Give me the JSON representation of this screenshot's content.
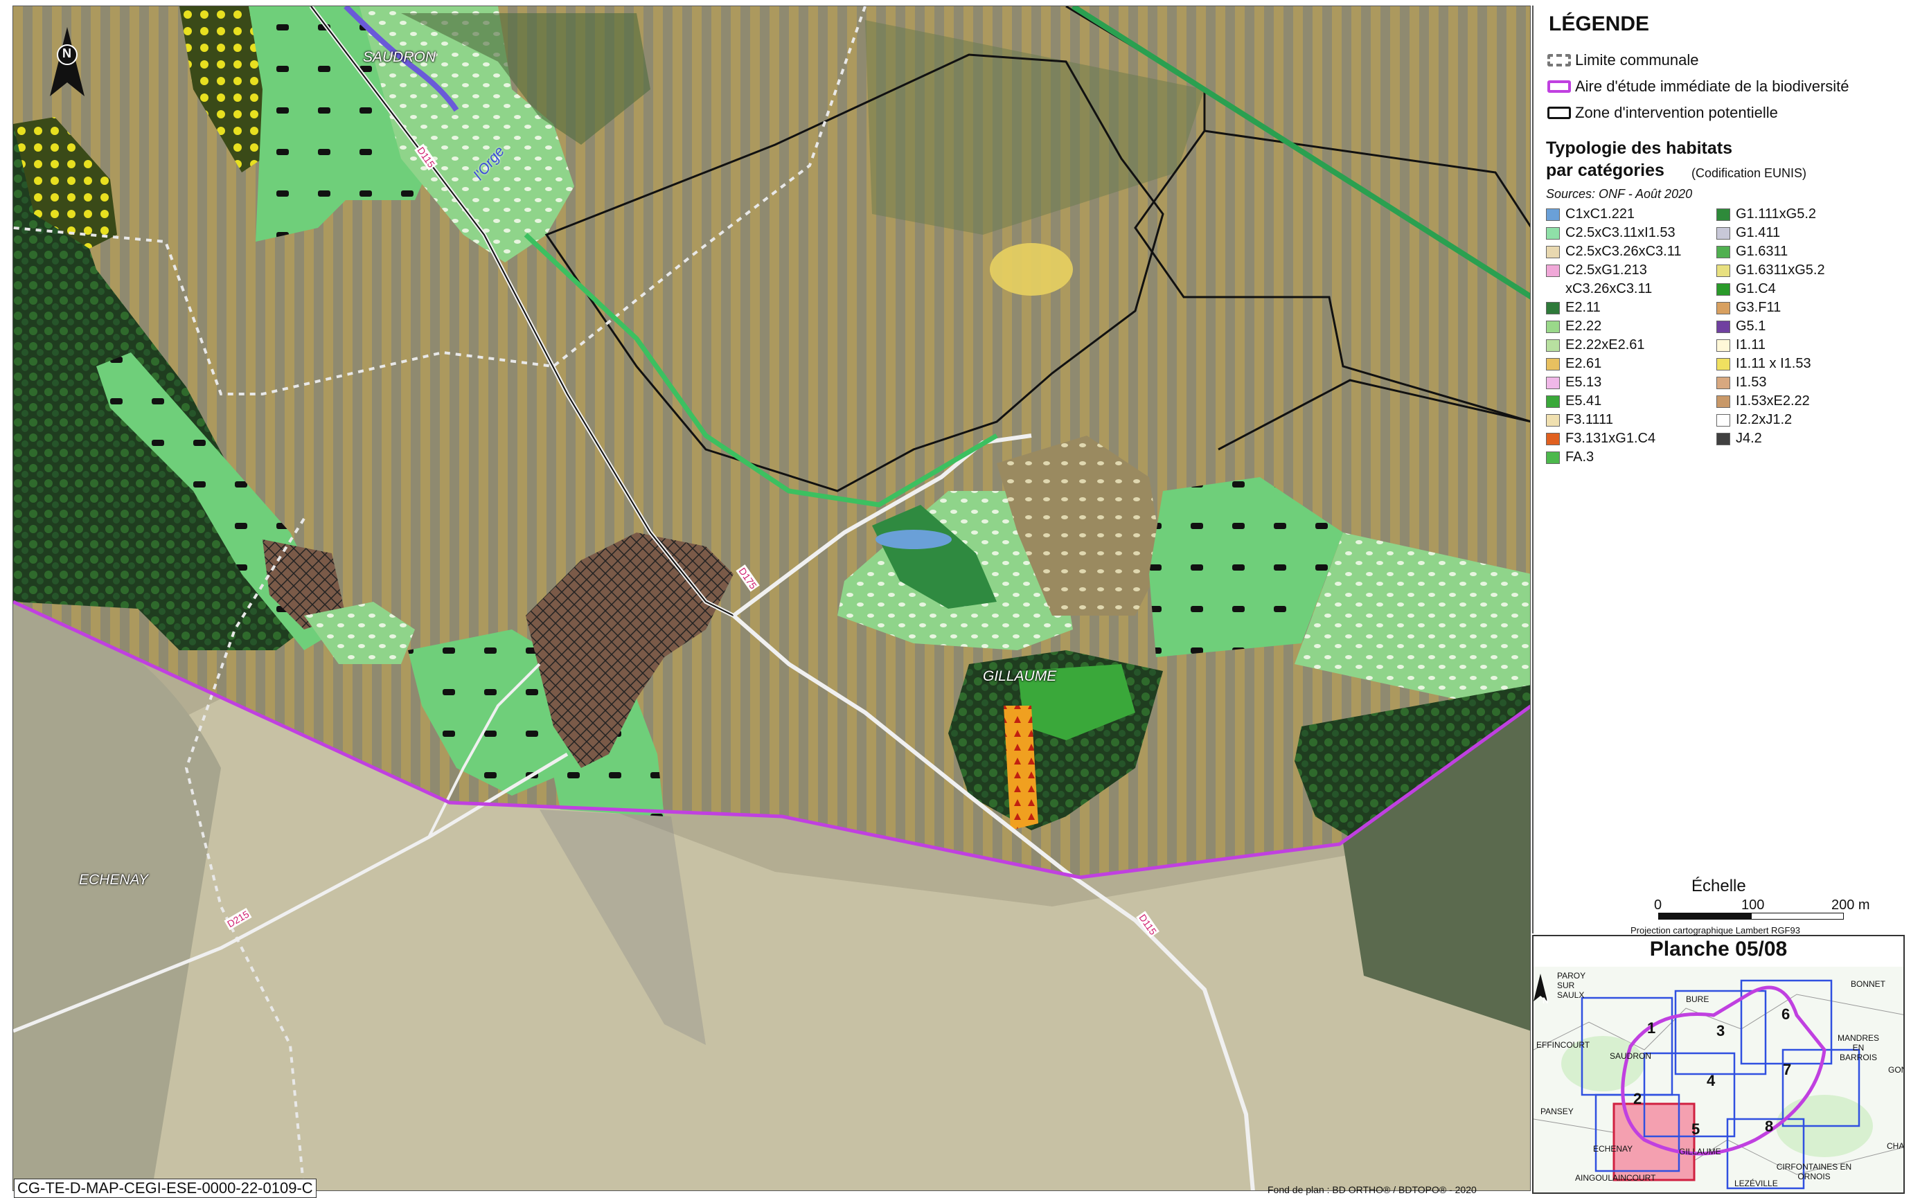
{
  "map": {
    "place_labels": {
      "saudron": "SAUDRON",
      "orge": "l'Orge",
      "gillaume": "GILLAUME",
      "echenay": "ECHENAY"
    },
    "road_labels": {
      "d115_top": "D115",
      "d175": "D175",
      "d215": "D215",
      "d115_bottom": "D115"
    },
    "north_label": "N",
    "document_code": "CG-TE-D-MAP-CEGI-ESE-0000-22-0109-C",
    "credits": "Fond de plan : BD ORTHO® / BDTOPO® - 2020",
    "colors": {
      "study_area": "#c040e0",
      "meadow": "#6fcf7a",
      "forest": "#1e4a22",
      "crop_hatch": "#c8a44a"
    }
  },
  "legend": {
    "title": "LÉGENDE",
    "items": [
      {
        "label": "Limite communale"
      },
      {
        "label": "Aire d'étude immédiate de la biodiversité"
      },
      {
        "label": "Zone d'intervention potentielle"
      }
    ],
    "typology_title_1": "Typologie des habitats",
    "typology_title_2": "par catégories",
    "typology_code": "(Codification EUNIS)",
    "sources": "Sources: ONF - Août 2020",
    "habitats_left": [
      {
        "code": "C1xC1.221",
        "color": "#6aa0d8"
      },
      {
        "code": "C2.5xC3.11xI1.53",
        "color": "#8fe0a8"
      },
      {
        "code": "C2.5xC3.26xC3.11",
        "color": "#e8d8b0"
      },
      {
        "code": "C2.5xG1.213",
        "color": "#f0a8d8"
      },
      {
        "code": "xC3.26xC3.11",
        "color": ""
      },
      {
        "code": "E2.11",
        "color": "#2e7a3a"
      },
      {
        "code": "E2.22",
        "color": "#9ad88a"
      },
      {
        "code": "E2.22xE2.61",
        "color": "#b8e0a0"
      },
      {
        "code": "E2.61",
        "color": "#e8c060"
      },
      {
        "code": "E5.13",
        "color": "#f0b8e8"
      },
      {
        "code": "E5.41",
        "color": "#3aa83a"
      },
      {
        "code": "F3.1111",
        "color": "#f0e0b0"
      },
      {
        "code": "F3.131xG1.C4",
        "color": "#e06020"
      },
      {
        "code": "FA.3",
        "color": "#4cb84c"
      }
    ],
    "habitats_right": [
      {
        "code": "G1.111xG5.2",
        "color": "#2e8a3a"
      },
      {
        "code": "G1.411",
        "color": "#c8c8d8"
      },
      {
        "code": "G1.6311",
        "color": "#50b050"
      },
      {
        "code": "G1.6311xG5.2",
        "color": "#e8e080"
      },
      {
        "code": "G1.C4",
        "color": "#2a9a2a"
      },
      {
        "code": "G3.F11",
        "color": "#d8a060"
      },
      {
        "code": "G5.1",
        "color": "#7040a0"
      },
      {
        "code": "I1.11",
        "color": "#fff8d8"
      },
      {
        "code": "I1.11 x I1.53",
        "color": "#f0e060"
      },
      {
        "code": "I1.53",
        "color": "#d8a880"
      },
      {
        "code": "I1.53xE2.22",
        "color": "#c89868"
      },
      {
        "code": "I2.2xJ1.2",
        "color": "#ffffff"
      },
      {
        "code": "J4.2",
        "color": "#404040"
      }
    ],
    "scale_title": "Échelle",
    "scale_0": "0",
    "scale_100": "100",
    "scale_200": "200 m",
    "projection": "Projection cartographique Lambert RGF93"
  },
  "inset": {
    "title": "Planche 05/08",
    "places": [
      "PAROY SUR SAULX",
      "BURE",
      "BONNET",
      "EFFINCOURT",
      "SAUDRON",
      "MANDRES EN BARROIS",
      "PANSEY",
      "ECHENAY",
      "GILLAUME",
      "AINGOULAINCOURT",
      "CIRFONTAINES EN ORNOIS",
      "LEZÉVILLE",
      "GON",
      "CHAS"
    ],
    "sheets": [
      "1",
      "2",
      "3",
      "4",
      "5",
      "6",
      "7",
      "8"
    ],
    "north_label": "N"
  }
}
